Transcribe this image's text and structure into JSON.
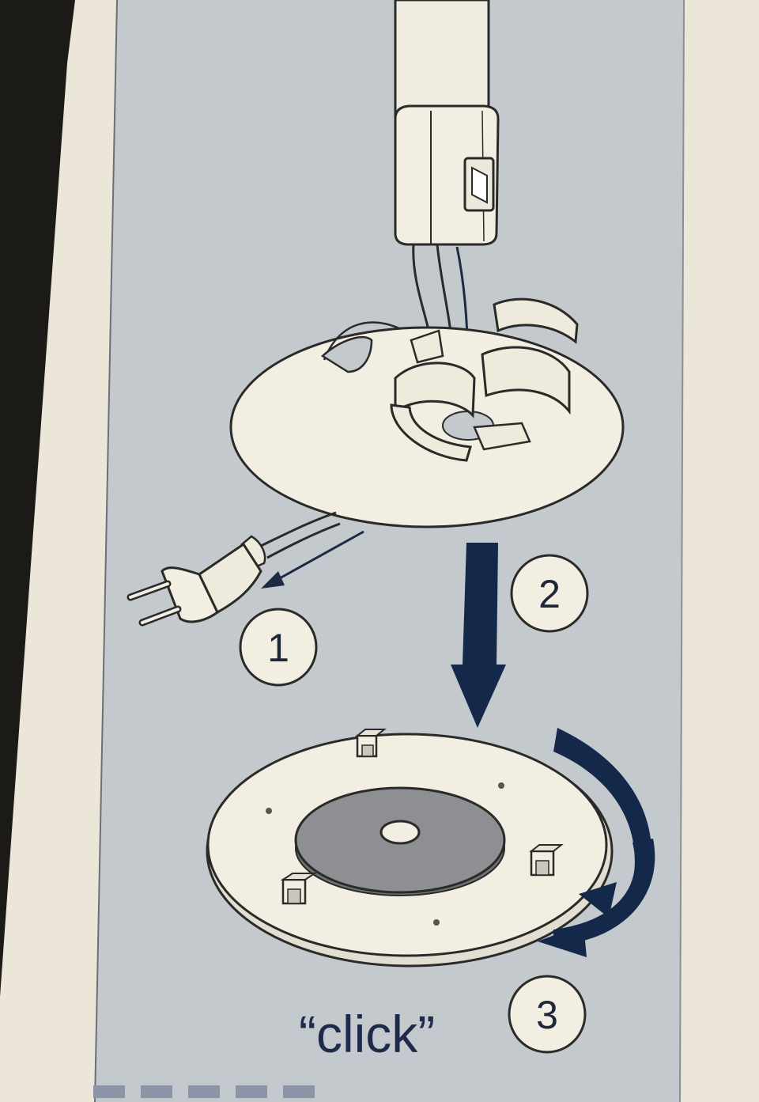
{
  "steps": [
    {
      "label": "1"
    },
    {
      "label": "2"
    },
    {
      "label": "3"
    }
  ],
  "click_label": "“click”",
  "colors": {
    "panel": "#c4c9cd",
    "paper": "#f1ecdf",
    "dark_background": "#1c1a17",
    "line": "#2a2a28",
    "arrow_navy": "#14284a",
    "felt_pad": "#8d8f92",
    "box_edge": "#e8e2d3"
  },
  "icons": {
    "lamp": "lamp-icon",
    "plug": "power-plug-icon",
    "base": "lamp-base-icon",
    "plate": "mounting-plate-icon"
  }
}
